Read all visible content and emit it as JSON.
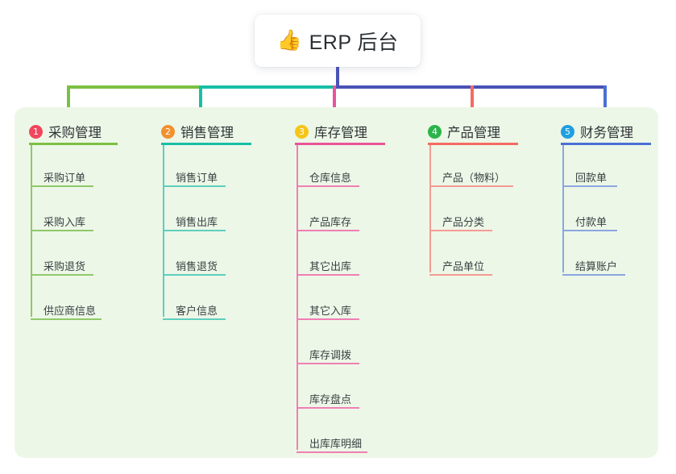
{
  "root": {
    "emoji": "👍",
    "emoji_name": "thumbs-up-icon",
    "title": "ERP 后台"
  },
  "colors": {
    "panel_bg": "#edf7e7",
    "stem": "#4a52b5",
    "bar_green": "#7bc043",
    "bar_teal": "#17bfa6",
    "bar_blue": "#4a52b5",
    "col1": "#7bc043",
    "col2": "#17bfa6",
    "col3": "#e8559a",
    "col4": "#f36b64",
    "col5": "#4a6fd4",
    "badge1": "#f1465e",
    "badge2": "#f2912f",
    "badge3": "#f5c518",
    "badge4": "#2cb34a",
    "badge5": "#1f9fe0",
    "leaf1": "#8fc96a",
    "leaf2": "#5ecfbe",
    "leaf3": "#ef7fb4",
    "leaf4": "#f59a94",
    "leaf5": "#8ba5e2"
  },
  "columns": [
    {
      "index": "1",
      "title": "采购管理",
      "items": [
        {
          "label": "采购订单"
        },
        {
          "label": "采购入库"
        },
        {
          "label": "采购退货"
        },
        {
          "label": "供应商信息"
        }
      ]
    },
    {
      "index": "2",
      "title": "销售管理",
      "items": [
        {
          "label": "销售订单"
        },
        {
          "label": "销售出库"
        },
        {
          "label": "销售退货"
        },
        {
          "label": "客户信息"
        }
      ]
    },
    {
      "index": "3",
      "title": "库存管理",
      "items": [
        {
          "label": "仓库信息"
        },
        {
          "label": "产品库存"
        },
        {
          "label": "其它出库"
        },
        {
          "label": "其它入库"
        },
        {
          "label": "库存调拨"
        },
        {
          "label": "库存盘点"
        },
        {
          "label": "出库库明细"
        }
      ]
    },
    {
      "index": "4",
      "title": "产品管理",
      "items": [
        {
          "label": "产品（物料）"
        },
        {
          "label": "产品分类"
        },
        {
          "label": "产品单位"
        }
      ]
    },
    {
      "index": "5",
      "title": "财务管理",
      "items": [
        {
          "label": "回款单"
        },
        {
          "label": "付款单"
        },
        {
          "label": "结算账户"
        }
      ]
    }
  ]
}
